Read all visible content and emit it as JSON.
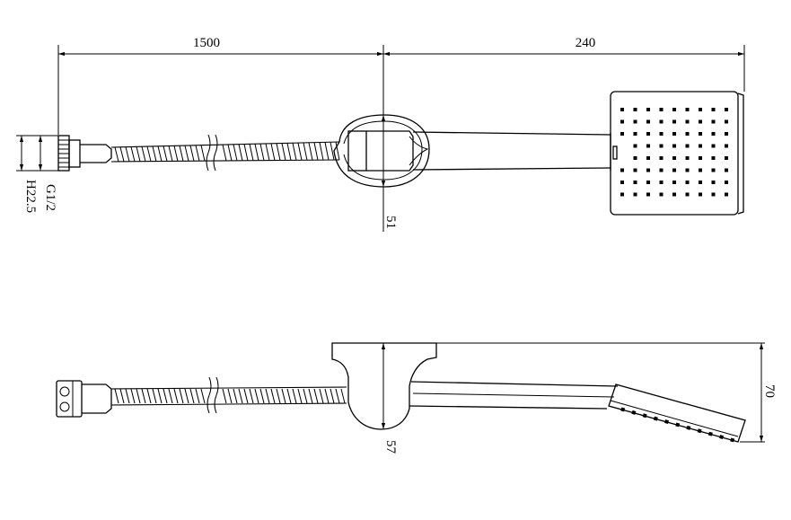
{
  "drawing": {
    "top_view": {
      "dims": {
        "hose_length": "1500",
        "head_length": "240",
        "bracket_height": "51",
        "thread": "G1/2",
        "nut_height": "H22.5"
      },
      "head_holes": {
        "rows": 8,
        "cols": 9
      }
    },
    "side_view": {
      "dims": {
        "bracket_depth": "57",
        "total_height": "70"
      },
      "nozzle_count": 11
    }
  }
}
